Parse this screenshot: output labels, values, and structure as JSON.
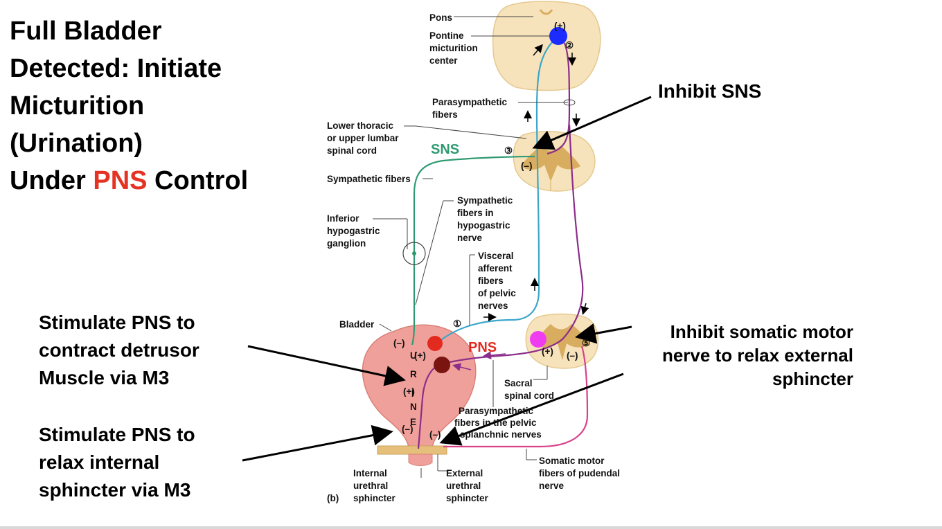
{
  "title": {
    "line1": "Full Bladder",
    "line2": "Detected: Initiate",
    "line3": "Micturition",
    "line4": "(Urination)",
    "line5_pre": "Under ",
    "line5_highlight": "PNS",
    "line5_post": " Control"
  },
  "notes": {
    "inhibit_sns": "Inhibit SNS",
    "detrusor": [
      "Stimulate PNS to",
      "contract detrusor",
      "Muscle via M3"
    ],
    "internal_sphincter": [
      "Stimulate PNS to",
      "relax internal",
      "sphincter via M3"
    ],
    "somatic": [
      "Inhibit somatic motor",
      "nerve to relax external",
      "sphincter"
    ]
  },
  "diagram": {
    "pons": "Pons",
    "pontine_center": [
      "Pontine",
      "micturition",
      "center"
    ],
    "parasympathetic_fibers": [
      "Parasympathetic",
      "fibers"
    ],
    "lower_thoracic": [
      "Lower thoracic",
      "or upper lumbar",
      "spinal cord"
    ],
    "sns_label": "SNS",
    "sympathetic_fibers": "Sympathetic fibers",
    "sympathetic_hypogastric": [
      "Sympathetic",
      "fibers in",
      "hypogastric",
      "nerve"
    ],
    "inferior_ganglion": [
      "Inferior",
      "hypogastric",
      "ganglion"
    ],
    "visceral_afferent": [
      "Visceral",
      "afferent",
      "fibers",
      "of pelvic",
      "nerves"
    ],
    "bladder": "Bladder",
    "pns_label": "PNS",
    "sacral": [
      "Sacral",
      "spinal cord"
    ],
    "pelvic_splanchnic": [
      "Parasympathetic",
      "fibers in the pelvic",
      "splanchnic nerves"
    ],
    "internal_urethral": [
      "Internal",
      "urethral",
      "sphincter"
    ],
    "external_urethral": [
      "External",
      "urethral",
      "sphincter"
    ],
    "somatic_pudendal": [
      "Somatic motor",
      "fibers of pudendal",
      "nerve"
    ],
    "panel_label": "(b)",
    "urine_letters": [
      "U",
      "R",
      "I",
      "N",
      "E"
    ],
    "step_numbers": [
      "①",
      "②",
      "③",
      "⑤"
    ],
    "signs": {
      "plus": "(+)",
      "minus": "(–)"
    },
    "colors": {
      "sns_green": "#2f9a72",
      "afferent_blue": "#3aa6c9",
      "pns_purple": "#8b2d8a",
      "somatic_pink": "#d8418a",
      "pons_blue_dot": "#1c2bff",
      "red_dot": "#e32a1e",
      "magenta_dot": "#f03cf0",
      "dark_red_dot": "#7a1410",
      "tissue": "#f6e2bb",
      "grey_matter": "#d9ad5f",
      "bladder": "#f0a09a",
      "title_accent": "#e53223"
    }
  }
}
